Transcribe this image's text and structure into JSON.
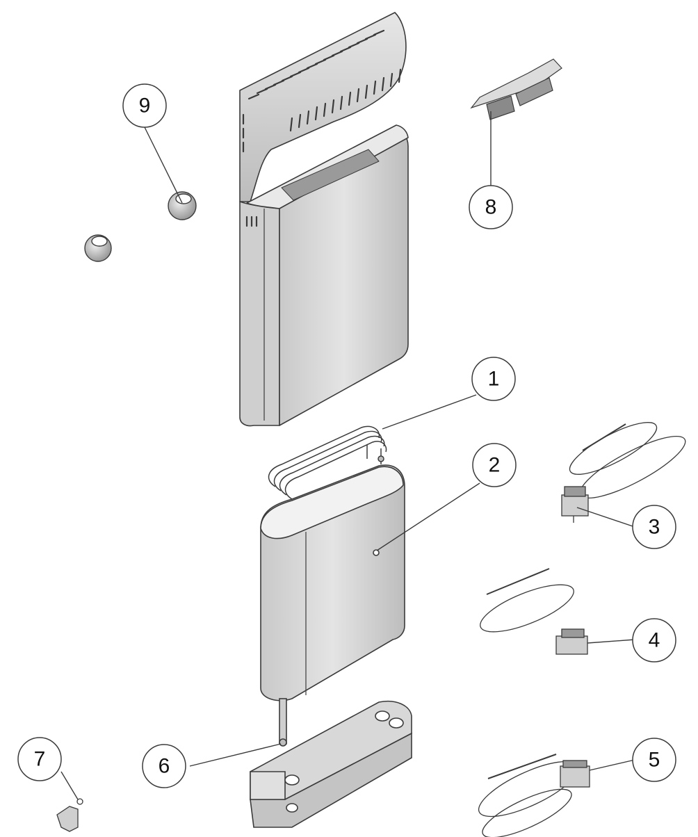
{
  "callouts": [
    {
      "label": "1"
    },
    {
      "label": "2"
    },
    {
      "label": "3"
    },
    {
      "label": "4"
    },
    {
      "label": "5"
    },
    {
      "label": "6"
    },
    {
      "label": "7"
    },
    {
      "label": "8"
    },
    {
      "label": "9"
    }
  ],
  "colors": {
    "outline": "#3a3a3a",
    "metal_light": "#dcdcdc",
    "metal_mid": "#bdbdbd",
    "metal_dark": "#8a8a8a",
    "background": "#ffffff"
  }
}
